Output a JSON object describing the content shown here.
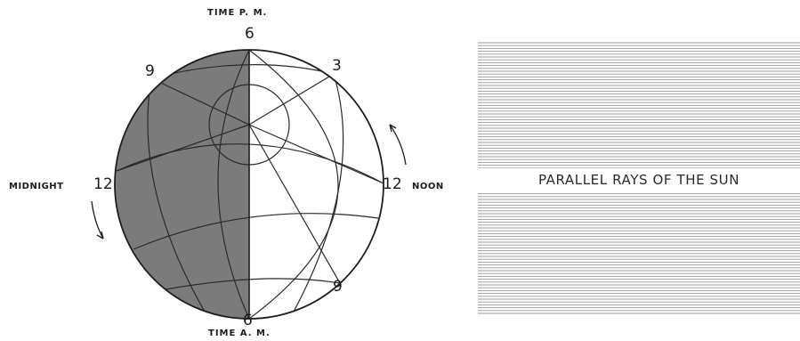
{
  "globe": {
    "top_label": "TIME P. M.",
    "bottom_label": "TIME A. M.",
    "hour_top": "6",
    "hour_bottom": "6",
    "hour_upper_left": "9",
    "hour_upper_right": "3",
    "hour_lower_right": "9",
    "left_hour": "12",
    "left_word": "MIDNIGHT",
    "right_hour": "12",
    "right_word": "NOON"
  },
  "rays": {
    "label": "PARALLEL RAYS OF THE SUN"
  },
  "colors": {
    "night_shade": "#7b7b7b",
    "line": "#2a2a2a",
    "ray": "#9a9a9a"
  }
}
